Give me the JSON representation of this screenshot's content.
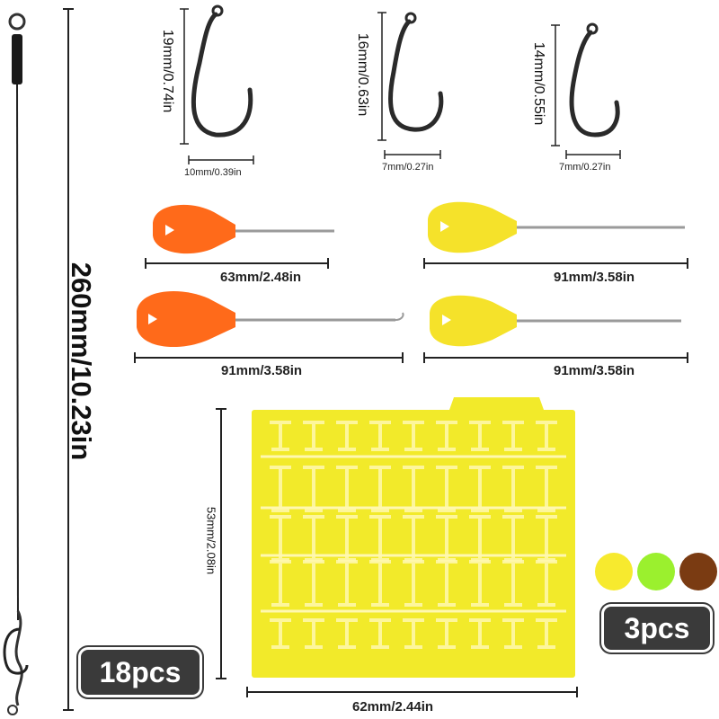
{
  "rig": {
    "length_label": "260mm/10.23in"
  },
  "hooks": [
    {
      "height_label": "19mm/0.74in",
      "width_label": "10mm/0.39in"
    },
    {
      "height_label": "16mm/0.63in",
      "width_label": "7mm/0.27in"
    },
    {
      "height_label": "14mm/0.55in",
      "width_label": "7mm/0.27in"
    }
  ],
  "needles": [
    {
      "length_label": "63mm/2.48in",
      "handle_color": "#ff6a1a"
    },
    {
      "length_label": "91mm/3.58in",
      "handle_color": "#f5e22a"
    },
    {
      "length_label": "91mm/3.58in",
      "handle_color": "#ff6a1a"
    },
    {
      "length_label": "91mm/3.58in",
      "handle_color": "#f5e22a"
    }
  ],
  "stops": {
    "height_label": "53mm/2.08in",
    "width_label": "62mm/2.44in",
    "color": "#f2ea2a"
  },
  "counts": {
    "rigs": "18pcs",
    "stops": "3pcs"
  },
  "colors": [
    {
      "name": "yellow",
      "hex": "#f7ea2e"
    },
    {
      "name": "green",
      "hex": "#9bf02e"
    },
    {
      "name": "brown",
      "hex": "#7a3b12"
    }
  ]
}
